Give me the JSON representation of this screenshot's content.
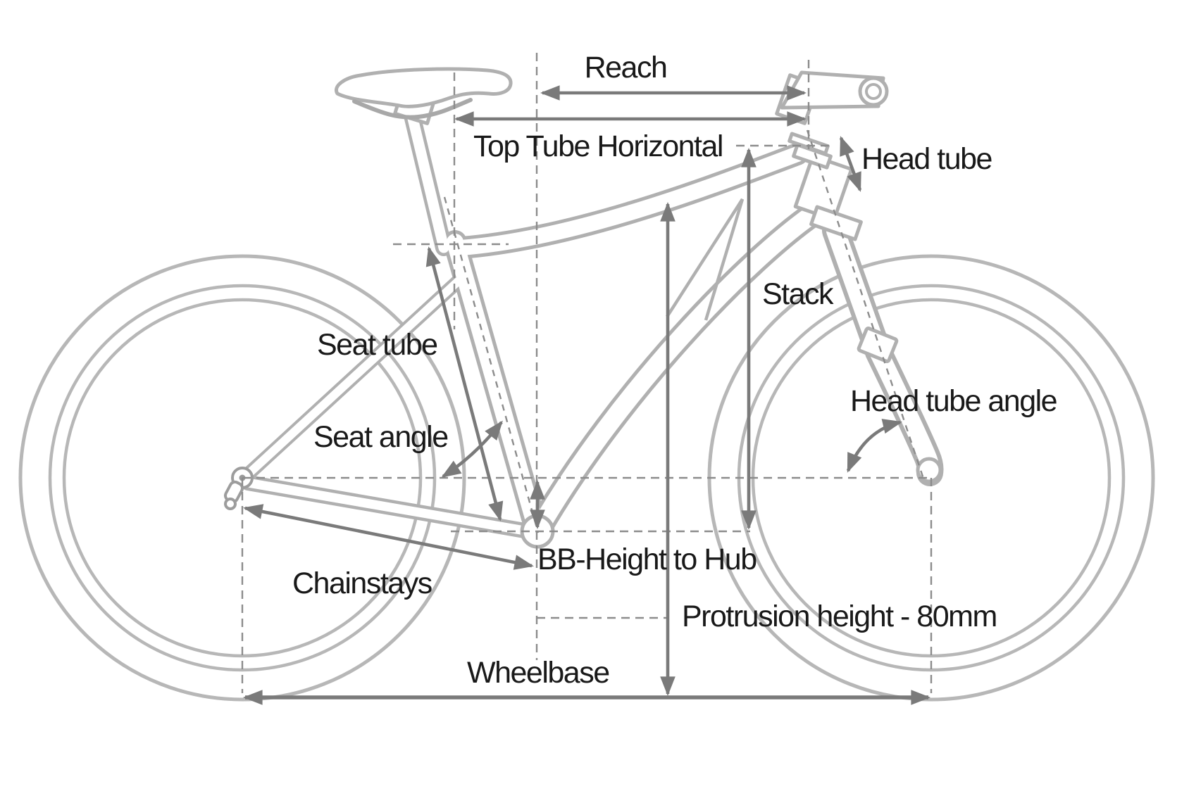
{
  "diagram": {
    "kind": "bicycle-geometry-diagram",
    "labels": {
      "reach": "Reach",
      "top_tube_horizontal": "Top Tube Horizontal",
      "head_tube": "Head tube",
      "stack": "Stack",
      "seat_tube": "Seat tube",
      "seat_angle": "Seat angle",
      "head_tube_angle": "Head tube angle",
      "chainstays": "Chainstays",
      "bb_height_to_hub": "BB-Height to Hub",
      "protrusion_height": "Protrusion height - 80mm",
      "wheelbase": "Wheelbase"
    },
    "colors": {
      "background": "#ffffff",
      "frame_outline": "#b0b0b0",
      "dashed_lines": "#8c8c8c",
      "arrows": "#7a7a7a",
      "text": "#191919"
    }
  }
}
